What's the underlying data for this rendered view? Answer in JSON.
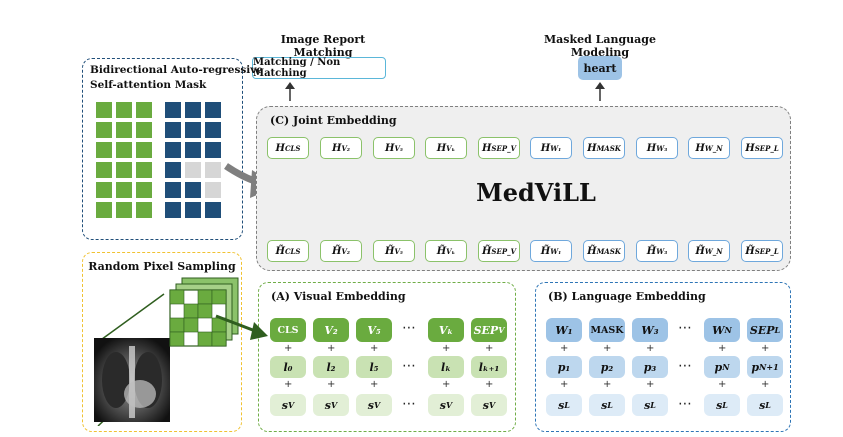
{
  "tasks": {
    "irm_title": "Image Report Matching",
    "irm_box": "Matching / Non Matching",
    "mlm_title": "Masked Language Modeling",
    "mlm_box": "heart"
  },
  "mask_panel": {
    "title_line1": "Bidirectional Auto-regressive",
    "title_line2": "Self-attention Mask",
    "left_grid": [
      "g",
      "g",
      "g",
      "g",
      "g",
      "g",
      "g",
      "g",
      "g",
      "g",
      "g",
      "g",
      "g",
      "g",
      "g",
      "g",
      "g",
      "g"
    ],
    "right_grid": [
      "b",
      "b",
      "b",
      "b",
      "b",
      "b",
      "b",
      "b",
      "b",
      "b",
      "e",
      "e",
      "b",
      "b",
      "e",
      "b",
      "b",
      "b"
    ]
  },
  "sampling_panel": {
    "title": "Random Pixel Sampling"
  },
  "joint": {
    "title": "(C) Joint Embedding",
    "model_name": "MedViLL",
    "top_tokens": [
      {
        "base": "H",
        "sub": "CLS"
      },
      {
        "base": "H",
        "sub": "V₂"
      },
      {
        "base": "H",
        "sub": "V₅"
      },
      {
        "base": "H",
        "sub": "Vₖ"
      },
      {
        "base": "H",
        "sub": "SEP_V"
      },
      {
        "base": "H",
        "sub": "W₁"
      },
      {
        "base": "H",
        "sub": "MASK"
      },
      {
        "base": "H",
        "sub": "W₃"
      },
      {
        "base": "H",
        "sub": "W_N"
      },
      {
        "base": "H",
        "sub": "SEP_L"
      }
    ],
    "bottom_tokens": [
      {
        "base": "H̃",
        "sub": "CLS"
      },
      {
        "base": "H̃",
        "sub": "V₂"
      },
      {
        "base": "H̃",
        "sub": "V₅"
      },
      {
        "base": "H̃",
        "sub": "Vₖ"
      },
      {
        "base": "H̃",
        "sub": "SEP_V"
      },
      {
        "base": "H̃",
        "sub": "W₁"
      },
      {
        "base": "H̃",
        "sub": "MASK"
      },
      {
        "base": "H̃",
        "sub": "W₃"
      },
      {
        "base": "H̃",
        "sub": "W_N"
      },
      {
        "base": "H̃",
        "sub": "SEP_L"
      }
    ]
  },
  "visual": {
    "title": "(A) Visual Embedding",
    "row1": [
      "CLS",
      "V₂",
      "V₅",
      "Vₖ",
      "SEP_V"
    ],
    "row2": [
      "l₀",
      "l₂",
      "l₅",
      "lₖ",
      "lₖ₊₁"
    ],
    "row3": [
      "s_V",
      "s_V",
      "s_V",
      "s_V",
      "s_V"
    ],
    "dots": "⋯"
  },
  "language": {
    "title": "(B) Language Embedding",
    "row1": [
      "W₁",
      "MASK",
      "W₃",
      "W_N",
      "SEP_L"
    ],
    "row2": [
      "p₁",
      "p₂",
      "p₃",
      "p_N",
      "p_N+1"
    ],
    "row3": [
      "s_L",
      "s_L",
      "s_L",
      "s_L",
      "s_L"
    ],
    "dots": "⋯"
  },
  "colors": {
    "green_dark": "#6aab3f",
    "green_mid": "#c9e2b3",
    "green_light": "#e2efd6",
    "blue_dark": "#9dc3e6",
    "blue_mid": "#bdd7ee",
    "blue_light": "#ddebf7",
    "navy": "#1f4e79",
    "irm_border": "#5bb7d9",
    "gray_panel": "#efefef"
  }
}
